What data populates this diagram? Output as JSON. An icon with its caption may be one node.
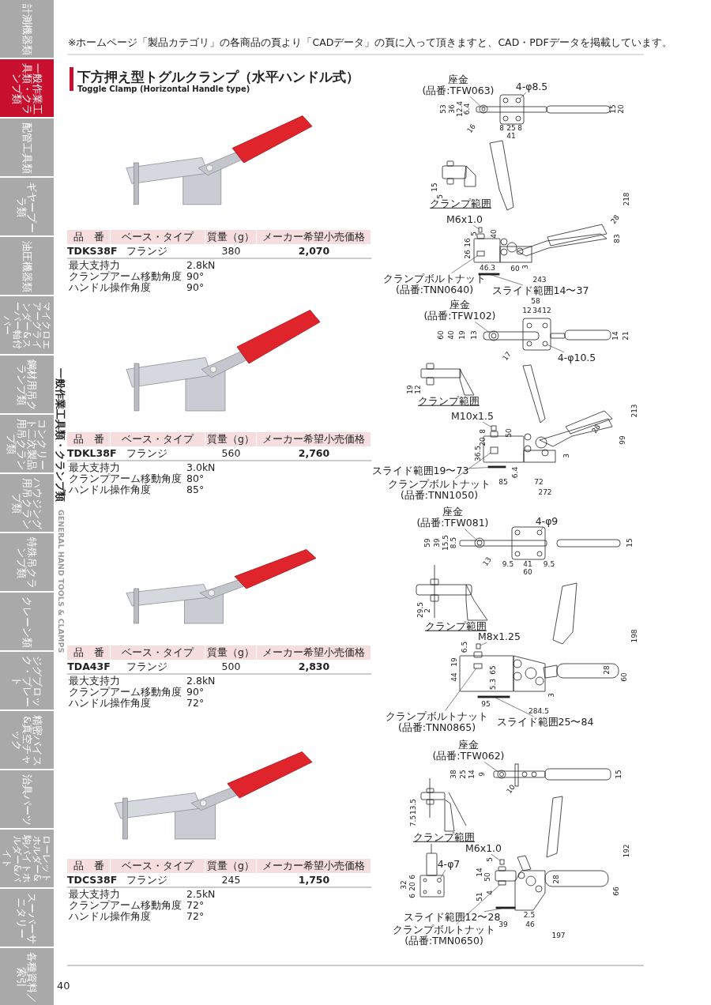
{
  "diagram": {
    "title": "下方押え型トグルクランプ（水平ハンドル式）",
    "nodes": [
      {
        "text": [
          "計測機器類"
        ]
      },
      {
        "text": [
          "一般作業工具類・クランプ類"
        ]
      },
      {
        "text": [
          "配管工具類"
        ]
      },
      {
        "text": [
          "ギヤープーラ類"
        ]
      },
      {
        "text": [
          "油圧機器類"
        ]
      },
      {
        "text": [
          "マイクロエアーグラインダー&スーパー軸付バー"
        ]
      },
      {
        "text": [
          "鋼材用吊クランプ類"
        ]
      },
      {
        "text": [
          "コンクリート二次製品用吊クランプ類"
        ]
      },
      {
        "text": [
          "ハウジング用吊クランプ類"
        ]
      },
      {
        "text": [
          "特殊吊クランプ類"
        ]
      },
      {
        "text": [
          "クレーン類"
        ]
      },
      {
        "text": [
          "ジグブロック・プレート"
        ]
      },
      {
        "text": [
          "精密バイス&真空チャック"
        ]
      },
      {
        "text": [
          "治具パーツ"
        ]
      },
      {
        "text": [
          "ローレットホルダー&駒バイトホルダー&バイト"
        ]
      },
      {
        "text": [
          "スーパーサニタリー"
        ]
      },
      {
        "text": [
          "各種資料／索引"
        ]
      },
      {
        "text": [
          "座金",
          "(品番:TFW063)"
        ]
      },
      {
        "text": [
          "4-φ8.5"
        ]
      },
      {
        "text": [
          "M6x1.0"
        ]
      },
      {
        "text": [
          "クランプボルトナット",
          "(品番:TNN0640)"
        ]
      },
      {
        "text": [
          "スライド範囲14〜37"
        ]
      },
      {
        "text": [
          "座金",
          "(品番:TFW102)"
        ]
      },
      {
        "text": [
          "4-φ10.5"
        ]
      },
      {
        "text": [
          "M10x1.5"
        ]
      },
      {
        "text": [
          "スライド範囲19〜73"
        ]
      },
      {
        "text": [
          "クランプボルトナット",
          "(品番:TNN1050)"
        ]
      },
      {
        "text": [
          "座金",
          "(品番:TFW081)"
        ]
      },
      {
        "text": [
          "4-φ9"
        ]
      },
      {
        "text": [
          "M8x1.25"
        ]
      },
      {
        "text": [
          "クランプボルトナット",
          "(品番:TNN0865)"
        ]
      },
      {
        "text": [
          "スライド範囲25〜84"
        ]
      },
      {
        "text": [
          "座金",
          "(品番:TFW062)"
        ]
      },
      {
        "text": [
          "4-φ7"
        ]
      },
      {
        "text": [
          "M6x1.0"
        ]
      },
      {
        "text": [
          "スライド範囲12〜28"
        ]
      },
      {
        "text": [
          "クランプボルトナット",
          "(品番:TMN0650)"
        ]
      },
      {
        "text": [],
        "shape": "circle"
      },
      {
        "text": [],
        "shape": "circle"
      },
      {
        "text": [],
        "shape": "box"
      },
      {
        "text": [],
        "shape": "box"
      },
      {
        "text": [],
        "shape": "bar"
      },
      {
        "text": [],
        "shape": "circle"
      },
      {
        "text": [],
        "shape": "circle"
      },
      {
        "text": [],
        "shape": "box"
      },
      {
        "text": [],
        "shape": "bar"
      },
      {
        "text": [],
        "shape": "box"
      },
      {
        "text": [],
        "shape": "circle"
      },
      {
        "text": [],
        "shape": "circle"
      },
      {
        "text": [],
        "shape": "box"
      },
      {
        "text": [],
        "shape": "box"
      },
      {
        "text": [],
        "shape": "bar"
      },
      {
        "text": [],
        "shape": "circle"
      },
      {
        "text": [],
        "shape": "circle"
      },
      {
        "text": [],
        "shape": "box"
      },
      {
        "text": [],
        "shape": "bar"
      },
      {
        "text": [],
        "shape": "box"
      }
    ],
    "edges": [
      {
        "from": 17,
        "to": 37,
        "arrow": "none"
      },
      {
        "from": 18,
        "to": 38,
        "arrow": "none"
      },
      {
        "from": 19,
        "to": 39,
        "arrow": "none"
      },
      {
        "from": 20,
        "to": 40,
        "arrow": "none"
      },
      {
        "from": 21,
        "to": 41,
        "arrow": "none"
      },
      {
        "from": 22,
        "to": 42,
        "arrow": "none"
      },
      {
        "from": 23,
        "to": 43,
        "arrow": "none"
      },
      {
        "from": 24,
        "to": 44,
        "arrow": "none"
      },
      {
        "from": 25,
        "to": 45,
        "arrow": "none"
      },
      {
        "from": 26,
        "to": 46,
        "arrow": "none"
      },
      {
        "from": 27,
        "to": 47,
        "arrow": "none"
      },
      {
        "from": 28,
        "to": 48,
        "arrow": "none"
      },
      {
        "from": 29,
        "to": 49,
        "arrow": "none"
      },
      {
        "from": 30,
        "to": 50,
        "arrow": "none"
      },
      {
        "from": 31,
        "to": 51,
        "arrow": "none"
      },
      {
        "from": 32,
        "to": 52,
        "arrow": "none"
      },
      {
        "from": 33,
        "to": 53,
        "arrow": "none"
      },
      {
        "from": 34,
        "to": 54,
        "arrow": "none"
      },
      {
        "from": 35,
        "to": 55,
        "arrow": "none"
      },
      {
        "from": 36,
        "to": 56,
        "arrow": "none"
      }
    ],
    "labels": [
      "※ホームページ「製品カテゴリ」の各商品の頁より「CADデータ」の頁に入って頂きますと、CAD・PDFデータを掲載しています。",
      "Toggle Clamp (Horizontal Handle type)",
      "一般作業工具類・クランプ類",
      "GENERAL HAND TOOLS & CLAMPS",
      "40",
      "品　番",
      "ベース・タイプ",
      "質量（g）",
      "メーカー希望小売価格",
      "TDKS38F",
      "フランジ",
      "380",
      "2,070",
      "最大支持力",
      "2.8kN",
      "クランプアーム移動角度",
      "90°",
      "ハンドル操作角度",
      "90°",
      "品　番",
      "ベース・タイプ",
      "質量（g）",
      "メーカー希望小売価格",
      "TDKL38F",
      "フランジ",
      "560",
      "2,760",
      "最大支持力",
      "3.0kN",
      "クランプアーム移動角度",
      "80°",
      "ハンドル操作角度",
      "85°",
      "品　番",
      "ベース・タイプ",
      "質量（g）",
      "メーカー希望小売価格",
      "TDA43F",
      "フランジ",
      "500",
      "2,830",
      "最大支持力",
      "2.8kN",
      "クランプアーム移動角度",
      "90°",
      "ハンドル操作角度",
      "72°",
      "品　番",
      "ベース・タイプ",
      "質量（g）",
      "メーカー希望小売価格",
      "TDCS38F",
      "フランジ",
      "245",
      "1,750",
      "最大支持力",
      "2.5kN",
      "クランプアーム移動角度",
      "72°",
      "ハンドル操作角度",
      "72°",
      "53",
      "36",
      "12.4",
      "6.4",
      "16",
      "8",
      "25",
      "8",
      "41",
      "15",
      "20",
      "15",
      "5",
      "クランプ範囲",
      "5",
      "16",
      "26",
      "40",
      "3",
      "46.3",
      "60",
      "243",
      "28",
      "83",
      "218",
      "58",
      "12",
      "34",
      "12",
      "60",
      "40",
      "19",
      "13",
      "17",
      "14",
      "21",
      "19",
      "12",
      "クランプ範囲",
      "8",
      "20",
      "36.5",
      "50",
      "6.4",
      "85",
      "72",
      "272",
      "3",
      "28",
      "99",
      "213",
      "59",
      "39",
      "15.5",
      "8.5",
      "13",
      "9.5",
      "41",
      "9.5",
      "60",
      "15",
      "29.5",
      "2",
      "クランプ範囲",
      "6.5",
      "19",
      "44",
      "65",
      "5.3",
      "95",
      "284.5",
      "3",
      "28",
      "60",
      "198",
      "38",
      "25",
      "14",
      "9",
      "10",
      "15",
      "13.5",
      "7.5",
      "クランプ範囲",
      "32",
      "6",
      "20",
      "6",
      "5",
      "14",
      "50",
      "4",
      "51",
      "2.5",
      "39",
      "46",
      "197",
      "28",
      "66",
      "192"
    ]
  }
}
